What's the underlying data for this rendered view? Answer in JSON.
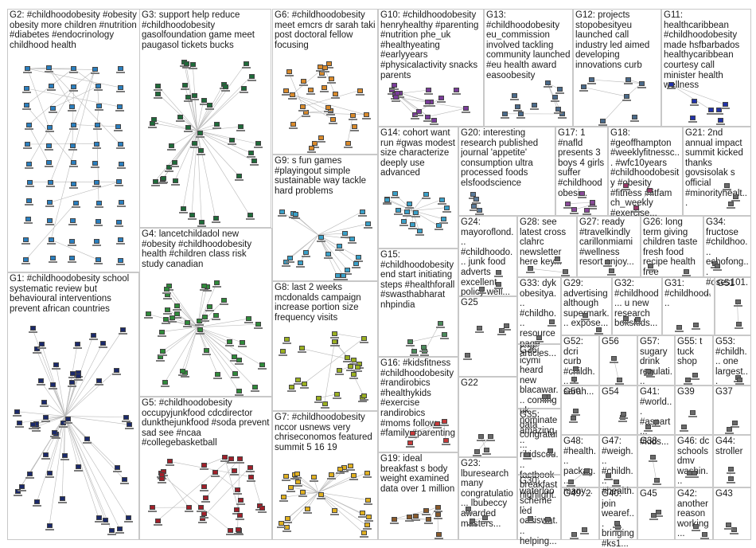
{
  "graph": {
    "edge_color": "#b9b9b9",
    "groups": [
      {
        "id": "G2",
        "text": "G2: #childhoodobesity #obesity obesity more children #nutrition #diabetes #endocrinology childhood health",
        "color": "#2a7fbf"
      },
      {
        "id": "G3",
        "text": "G3: support help reduce #childhoodobesity gasolfoundation game meet paugasol tickets bucks",
        "color": "#1f6b3a"
      },
      {
        "id": "G6",
        "text": "G6: #childhoodobesity meet emcrs dr sarah taki post doctoral fellow focusing",
        "color": "#d98a2b"
      },
      {
        "id": "G10",
        "text": "G10: #childhoodobesity henryhealthy #parenting #nutrition phe_uk #healthyeating #earlyyears #physicalactivity snacks parents",
        "color": "#7a3b9a"
      },
      {
        "id": "G13",
        "text": "G13: #childhoodobesity eu_commission involved tackling community launched #eu health award easoobesity",
        "color": "#4a6a8a"
      },
      {
        "id": "G12",
        "text": "G12: projects stopobesityeu launched call industry led aimed developing innovations curb",
        "color": "#4a6a8a"
      },
      {
        "id": "G11",
        "text": "G11: healthcaribbean #childhoodobesity made hsfbarbados healthycaribbean courtesy call minister health wellness",
        "color": "#2233aa"
      },
      {
        "id": "G4",
        "text": "G4: lancetchildadol new #obesity #childhoodobesity health #children class risk study canadian",
        "color": "#2f8a3a"
      },
      {
        "id": "G9",
        "text": "G9: s fun games #playingout simple sustainable way tackle hard problems",
        "color": "#3aa0c8"
      },
      {
        "id": "G14",
        "text": "G14: cohort want run #gwas modest size characterize deeply use advanced",
        "color": "#3aa0c8"
      },
      {
        "id": "G20",
        "text": "G20: interesting research published journal 'appetite' consumption ultra processed foods elsfoodscience",
        "color": "#5a7a9a"
      },
      {
        "id": "G17",
        "text": "G17: 1 #nafld presents 3 boys 4 girls suffer #childhoodobesi...",
        "color": "#8a4a9a"
      },
      {
        "id": "G18",
        "text": "G18: #geoffhampton #weeklyfitnessc... #wfc10years #childhoodobesity #obesity #fitness #fitfam ch_weekly #exercise...",
        "color": "#9a3a6a"
      },
      {
        "id": "G21",
        "text": "G21: 2nd annual impact summit kicked thanks govsisolak s official #minorityhealt...",
        "color": "#6a6a6a"
      },
      {
        "id": "G1",
        "text": "G1: #childhoodobesity school systematic review but behavioural interventions prevent african countries",
        "color": "#1b2a6b"
      },
      {
        "id": "G8",
        "text": "G8: last 2 weeks mcdonalds campaign increase portion size frequency visits",
        "color": "#9ab020"
      },
      {
        "id": "G15",
        "text": "G15: #childhoodobesity end start initiating steps #healthforall #swasthabharat nhpindia",
        "color": "#4a8a5a"
      },
      {
        "id": "G24",
        "text": "G24: mayoroflond... #childhoodo... junk food adverts excellent policy well...",
        "color": "#6a6a6a"
      },
      {
        "id": "G28",
        "text": "G28: see latest cross clahrc newsletter here key...",
        "color": "#6a6a6a"
      },
      {
        "id": "G27",
        "text": "G27: ready #travelkindly carillonmiami #wellness resort enjoy...",
        "color": "#6a6a6a"
      },
      {
        "id": "G26",
        "text": "G26: long term giving children taste fresh food recipe health free",
        "color": "#6a6a6a"
      },
      {
        "id": "G34",
        "text": "G34: fructose #childhoo... echofong... #oses101...",
        "color": "#6a6a6a"
      },
      {
        "id": "G25",
        "text": "G25",
        "color": "#6a6a6a"
      },
      {
        "id": "G33",
        "text": "G33: dyk obesitya... #childho... resource page articles...",
        "color": "#6a6a6a"
      },
      {
        "id": "G29",
        "text": "G29: advertising although supermark... expose...",
        "color": "#6a6a6a"
      },
      {
        "id": "G32",
        "text": "G32: #childhood... u new research bokskids...",
        "color": "#6a6a6a"
      },
      {
        "id": "G31",
        "text": "G31: #childhood...",
        "color": "#6a6a6a"
      },
      {
        "id": "G51",
        "text": "G51",
        "color": "#6a6a6a"
      },
      {
        "id": "G16",
        "text": "G16: #kidsfitness #childhoodobesity #randirobics #healthykids #exercise randirobics #moms follow #family #parenting",
        "color": "#c83a3a"
      },
      {
        "id": "G36",
        "text": "G36: icymi heard new blacawar... coming uk nominate amazing...",
        "color": "#6a6a6a"
      },
      {
        "id": "G52",
        "text": "G52: dcri curb #childh... s sarah...",
        "color": "#6a6a6a"
      },
      {
        "id": "G56",
        "text": "G56",
        "color": "#6a6a6a"
      },
      {
        "id": "G57",
        "text": "G57: sugary drink regulati...",
        "color": "#6a6a6a"
      },
      {
        "id": "G55",
        "text": "G55: t tuck shop",
        "color": "#6a6a6a"
      },
      {
        "id": "G53",
        "text": "G53: #childh... one largest...",
        "color": "#6a6a6a"
      },
      {
        "id": "G22",
        "text": "G22",
        "color": "#6a6a6a"
      },
      {
        "id": "G5",
        "text": "G5: #childhoodobesity occupyjunkfood cdcdirector dunkthejunkfood #soda prevent sad see #ncaa #collegebasketball",
        "color": "#a0202a"
      },
      {
        "id": "G7",
        "text": "G7: #childhoodobesity nccor usnews very chriseconomos featured summit 5 16 19",
        "color": "#e0b020"
      },
      {
        "id": "G35",
        "text": "G35: data congratul... rikidscou... factbook breakfast highlight...",
        "color": "#6a6a6a"
      },
      {
        "id": "G50",
        "text": "G50",
        "color": "#6a6a6a"
      },
      {
        "id": "G54",
        "text": "G54",
        "color": "#6a6a6a"
      },
      {
        "id": "G41",
        "text": "G41: #world... #aspart... #kids...",
        "color": "#6a6a6a"
      },
      {
        "id": "G39",
        "text": "G39",
        "color": "#6a6a6a"
      },
      {
        "id": "G37",
        "text": "G37",
        "color": "#6a6a6a"
      },
      {
        "id": "G23",
        "text": "G23: lburesearch many congratulatio... lbubeccy awarded masters...",
        "color": "#6a6a6a"
      },
      {
        "id": "G48",
        "text": "G48: #health... packag... many...",
        "color": "#6a6a6a"
      },
      {
        "id": "G47",
        "text": "G47: #weigh... #childh... #health...",
        "color": "#6a6a6a"
      },
      {
        "id": "G38",
        "text": "G38",
        "color": "#6a6a6a"
      },
      {
        "id": "G46",
        "text": "G46: dc schools dmv washin...",
        "color": "#6a6a6a"
      },
      {
        "id": "G44",
        "text": "G44: stroller",
        "color": "#6a6a6a"
      },
      {
        "id": "G19",
        "text": "G19: ideal breakfast s body weight examined data over 1 million",
        "color": "#8a5a2a"
      },
      {
        "id": "G30",
        "text": "G30: waterloo scheme led oasiswat... helping...",
        "color": "#6a6a6a"
      },
      {
        "id": "G49",
        "text": "G49: 2",
        "color": "#6a6a6a"
      },
      {
        "id": "G40",
        "text": "G40: join wearef... bringing #ks1...",
        "color": "#6a6a6a"
      },
      {
        "id": "G45",
        "text": "G45",
        "color": "#6a6a6a"
      },
      {
        "id": "G42",
        "text": "G42: another reason working...",
        "color": "#6a6a6a"
      },
      {
        "id": "G43",
        "text": "G43",
        "color": "#6a6a6a"
      }
    ]
  }
}
